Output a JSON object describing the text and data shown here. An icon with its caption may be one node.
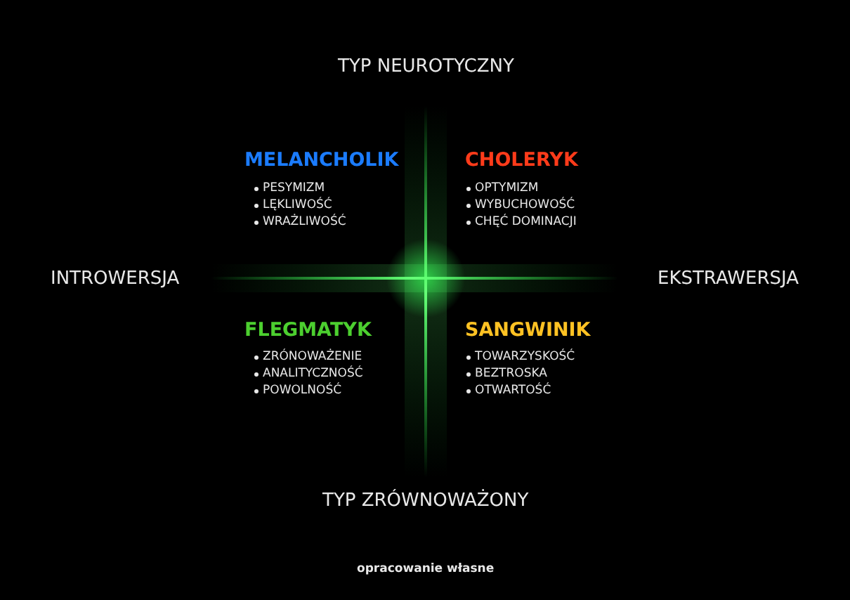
{
  "diagram": {
    "caption": "opracowanie własne",
    "labels": [
      "TYP NEUROTYCZNY",
      "MELANCHOLIK",
      "PESYMIZM",
      "LĘKLIWOŚĆ",
      "WRAŻLIWOŚĆ",
      "CHOLERYK",
      "OPTYMIZM",
      "WYBUCHOWOŚĆ",
      "CHĘĆ DOMINACJI",
      "INTROWERSJA",
      "EKSTRAWERSJA",
      "FLEGMATYK",
      "ZRÓNOWAŻENIE",
      "ANALITYCZNOŚĆ",
      "POWOLNOŚĆ",
      "SANGWINIK",
      "TOWARZYSKOŚĆ",
      "BEZTROSKA",
      "OTWARTOŚĆ",
      "TYP ZRÓWNOWAŻONY"
    ]
  }
}
